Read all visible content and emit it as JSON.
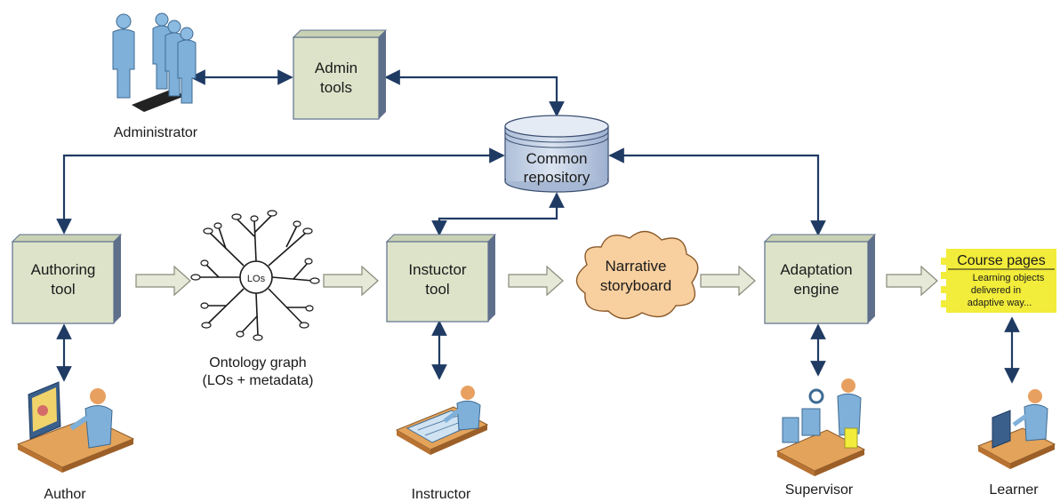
{
  "boxes": {
    "admin_tools": [
      "Admin",
      "tools"
    ],
    "authoring_tool": [
      "Authoring",
      "tool"
    ],
    "instructor_tool": [
      "Instuctor",
      "tool"
    ],
    "adaptation_engine": [
      "Adaptation",
      "engine"
    ]
  },
  "repository": [
    "Common",
    "repository"
  ],
  "storyboard": [
    "Narrative",
    "storyboard"
  ],
  "ontology": {
    "center": "LOs",
    "caption": [
      "Ontology graph",
      "(LOs + metadata)"
    ]
  },
  "course_pages": {
    "title": "Course pages",
    "lines": [
      "Learning objects",
      "delivered in",
      "adaptive way..."
    ]
  },
  "actors": {
    "administrator": "Administrator",
    "author": "Author",
    "instructor": "Instructor",
    "supervisor": "Supervisor",
    "learner": "Learner"
  },
  "colors": {
    "box_front": "#dde3c9",
    "box_side": "#5e6f8c",
    "arrow": "#1f3b63",
    "flow_arrow": "#e6e8d8",
    "cloud": "#f8cf9e",
    "course_pages": "#f2ec3a",
    "repository": "#c4d1e6",
    "person_skin": "#7fb0d9"
  }
}
